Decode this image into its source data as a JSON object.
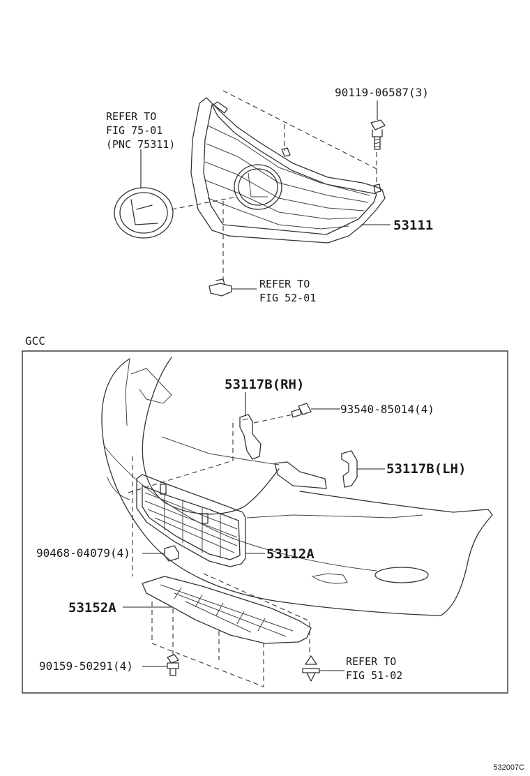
{
  "upper": {
    "refer_logo": [
      "REFER TO",
      "FIG 75-01",
      "(PNC 75311)"
    ],
    "bolt_part": "90119-06587(3)",
    "grille_part": "53111",
    "refer_clip": [
      "REFER TO",
      "FIG 52-01"
    ]
  },
  "lower": {
    "section_label": "GCC",
    "bracket_rh": "53117B(RH)",
    "screw_part": "93540-85014(4)",
    "bracket_lh": "53117B(LH)",
    "clip_part": "90468-04079(4)",
    "lower_grille": "53112A",
    "undercover": "53152A",
    "bolt_part": "90159-50291(4)",
    "refer_fastener": [
      "REFER TO",
      "FIG 51-02"
    ]
  },
  "footer": {
    "drawing_id": "532007C"
  }
}
